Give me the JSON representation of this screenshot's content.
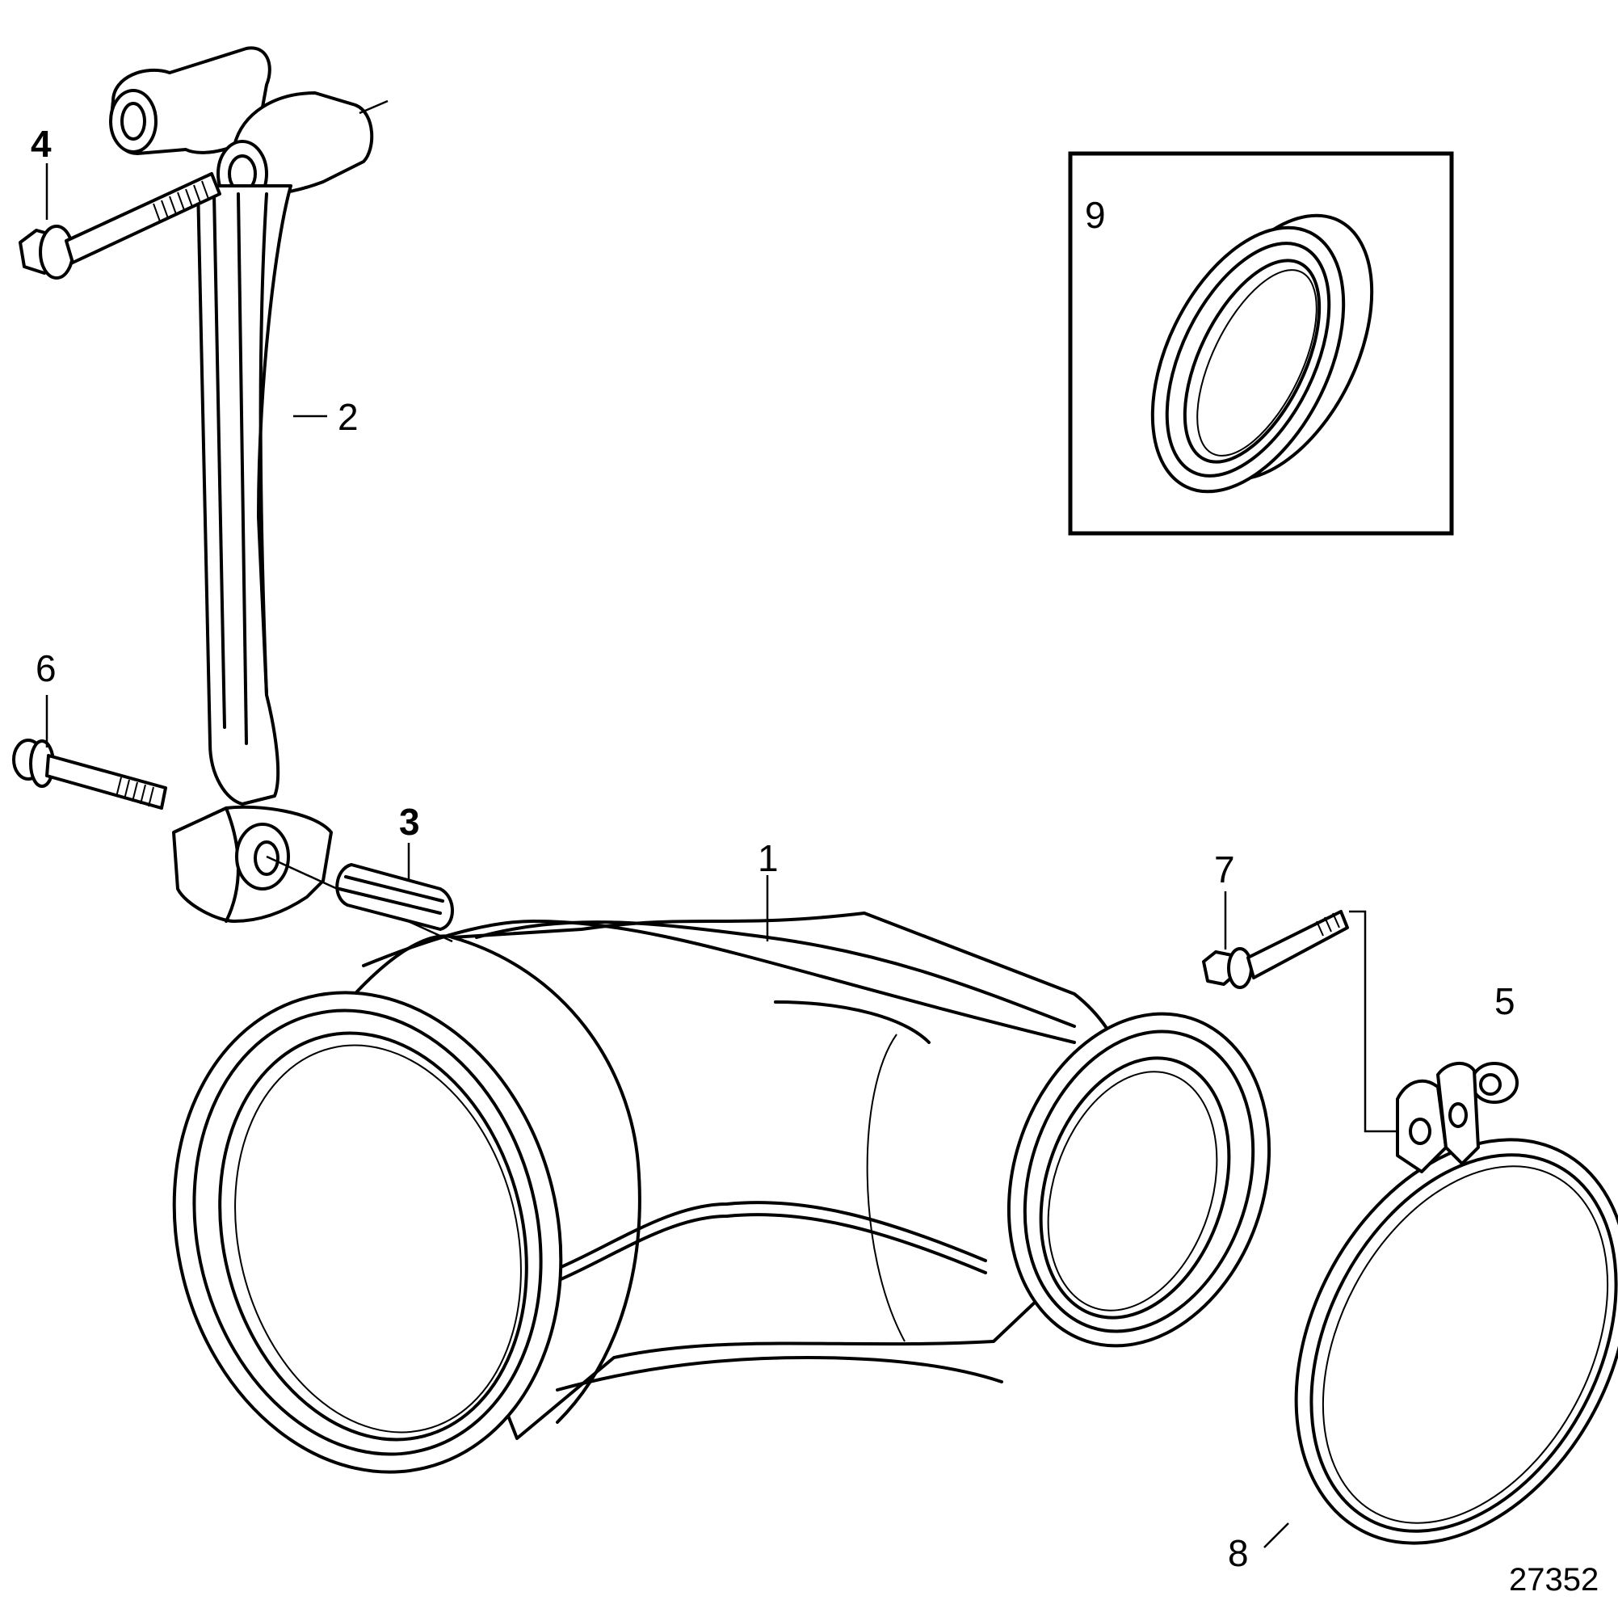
{
  "diagram": {
    "reference_number": "27352",
    "callouts": [
      {
        "id": "1",
        "label": "1"
      },
      {
        "id": "2",
        "label": "2"
      },
      {
        "id": "3",
        "label": "3"
      },
      {
        "id": "4",
        "label": "4"
      },
      {
        "id": "5",
        "label": "5"
      },
      {
        "id": "6",
        "label": "6"
      },
      {
        "id": "7",
        "label": "7"
      },
      {
        "id": "8",
        "label": "8"
      },
      {
        "id": "9",
        "label": "9"
      }
    ]
  }
}
